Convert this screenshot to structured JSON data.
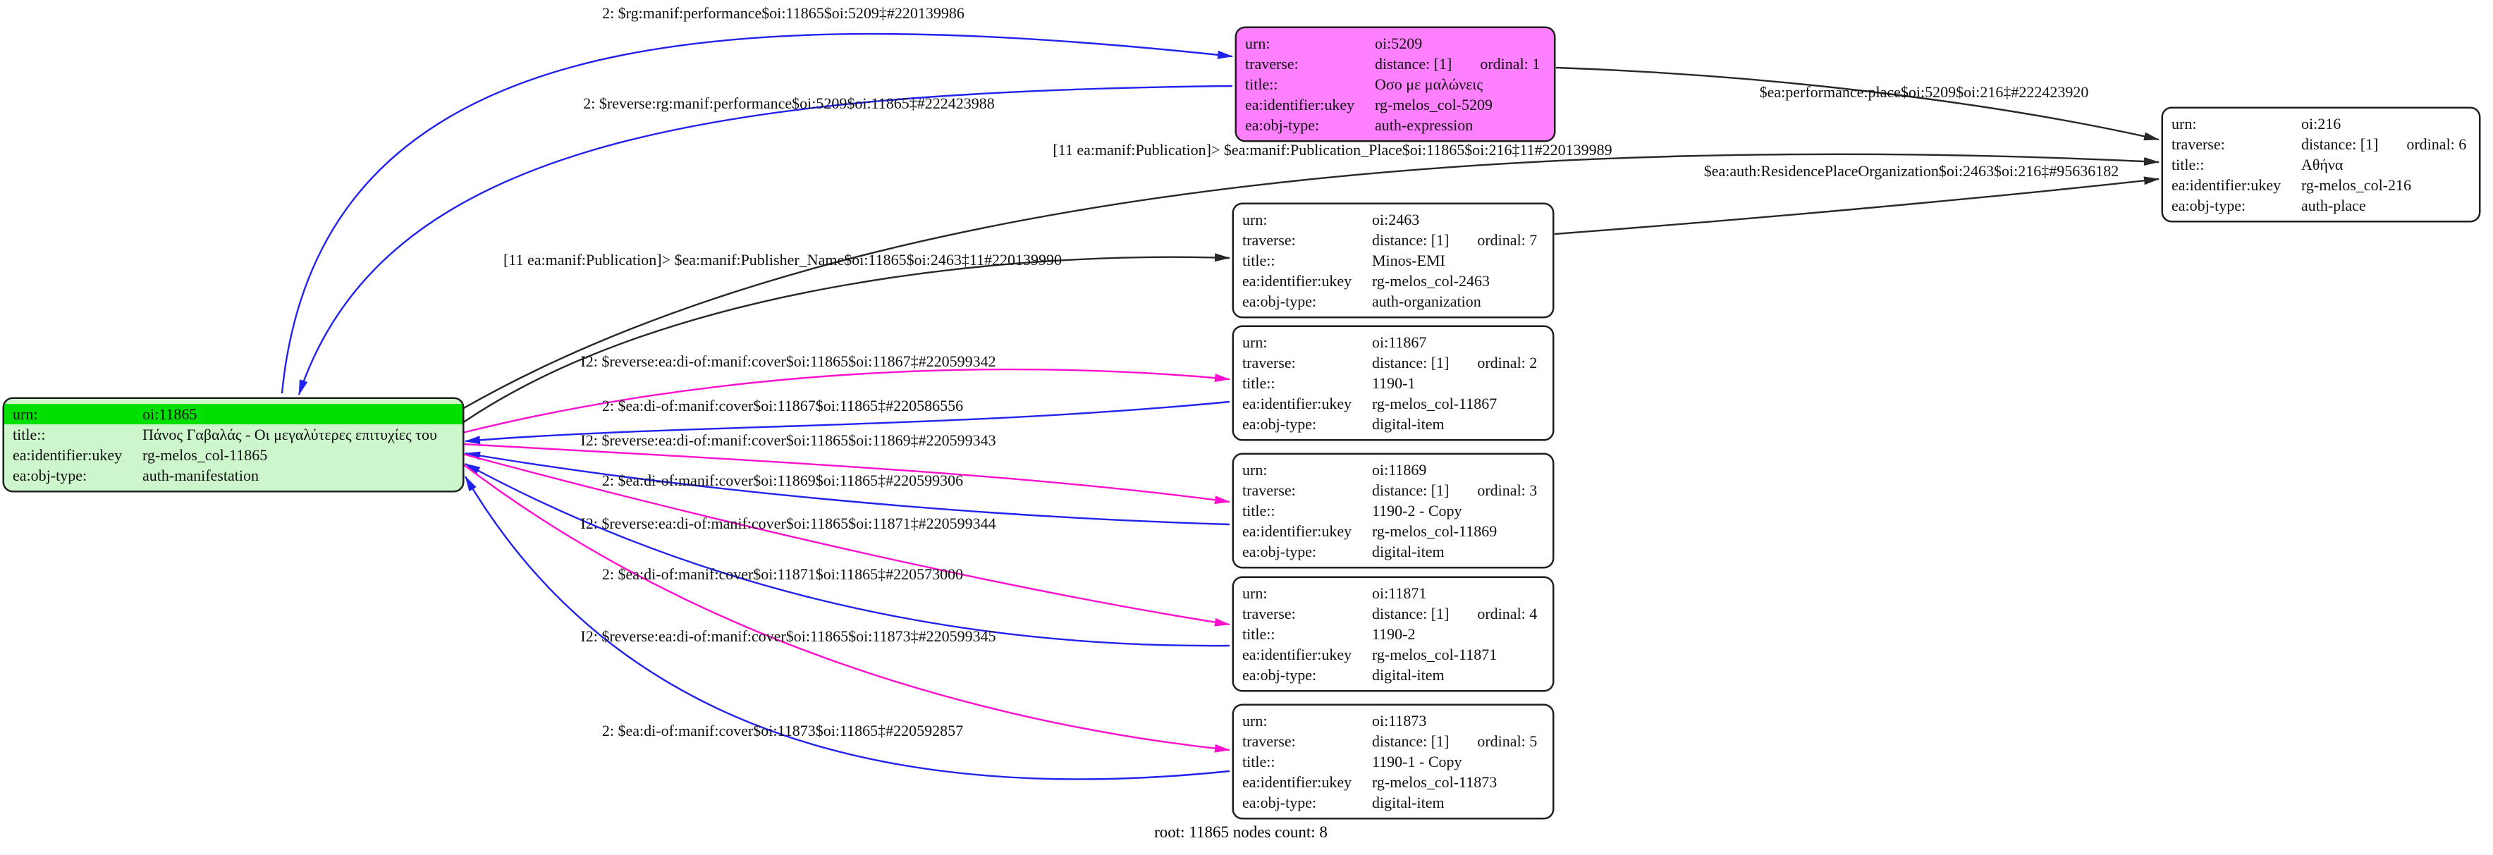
{
  "colors": {
    "root_fill": "#cdf6cd",
    "root_urn_highlight": "#00e000",
    "expression_fill": "#ff80ff",
    "item_fill": "#ffffff",
    "edge_blue": "#2222ee",
    "edge_magenta": "#ff10cf",
    "edge_black": "#282828"
  },
  "footer": {
    "text": "root: 11865 nodes count: 8"
  },
  "nodes": {
    "root": {
      "rows": [
        {
          "key": "urn:",
          "value": "oi:11865"
        },
        {
          "key": "title::",
          "value": "Πάνος Γαβαλάς - Οι μεγαλύτερες επιτυχίες του"
        },
        {
          "key": "ea:identifier:ukey",
          "value": "rg-melos_col-11865"
        },
        {
          "key": "ea:obj-type:",
          "value": "auth-manifestation"
        }
      ]
    },
    "n5209": {
      "rows": [
        {
          "key": "urn:",
          "value": "oi:5209"
        },
        {
          "key": "traverse:",
          "value": "distance: [1]",
          "ordinal": "ordinal: 1"
        },
        {
          "key": "title::",
          "value": "Οσο με μαλώνεις"
        },
        {
          "key": "ea:identifier:ukey",
          "value": "rg-melos_col-5209"
        },
        {
          "key": "ea:obj-type:",
          "value": "auth-expression"
        }
      ]
    },
    "n216": {
      "rows": [
        {
          "key": "urn:",
          "value": "oi:216"
        },
        {
          "key": "traverse:",
          "value": "distance: [1]",
          "ordinal": "ordinal: 6"
        },
        {
          "key": "title::",
          "value": "Αθήνα"
        },
        {
          "key": "ea:identifier:ukey",
          "value": "rg-melos_col-216"
        },
        {
          "key": "ea:obj-type:",
          "value": "auth-place"
        }
      ]
    },
    "n2463": {
      "rows": [
        {
          "key": "urn:",
          "value": "oi:2463"
        },
        {
          "key": "traverse:",
          "value": "distance: [1]",
          "ordinal": "ordinal: 7"
        },
        {
          "key": "title::",
          "value": "Minos-EMI"
        },
        {
          "key": "ea:identifier:ukey",
          "value": "rg-melos_col-2463"
        },
        {
          "key": "ea:obj-type:",
          "value": "auth-organization"
        }
      ]
    },
    "n11867": {
      "rows": [
        {
          "key": "urn:",
          "value": "oi:11867"
        },
        {
          "key": "traverse:",
          "value": "distance: [1]",
          "ordinal": "ordinal: 2"
        },
        {
          "key": "title::",
          "value": "1190-1"
        },
        {
          "key": "ea:identifier:ukey",
          "value": "rg-melos_col-11867"
        },
        {
          "key": "ea:obj-type:",
          "value": "digital-item"
        }
      ]
    },
    "n11869": {
      "rows": [
        {
          "key": "urn:",
          "value": "oi:11869"
        },
        {
          "key": "traverse:",
          "value": "distance: [1]",
          "ordinal": "ordinal: 3"
        },
        {
          "key": "title::",
          "value": "1190-2 - Copy"
        },
        {
          "key": "ea:identifier:ukey",
          "value": "rg-melos_col-11869"
        },
        {
          "key": "ea:obj-type:",
          "value": "digital-item"
        }
      ]
    },
    "n11871": {
      "rows": [
        {
          "key": "urn:",
          "value": "oi:11871"
        },
        {
          "key": "traverse:",
          "value": "distance: [1]",
          "ordinal": "ordinal: 4"
        },
        {
          "key": "title::",
          "value": "1190-2"
        },
        {
          "key": "ea:identifier:ukey",
          "value": "rg-melos_col-11871"
        },
        {
          "key": "ea:obj-type:",
          "value": "digital-item"
        }
      ]
    },
    "n11873": {
      "rows": [
        {
          "key": "urn:",
          "value": "oi:11873"
        },
        {
          "key": "traverse:",
          "value": "distance: [1]",
          "ordinal": "ordinal: 5"
        },
        {
          "key": "title::",
          "value": "1190-1 - Copy"
        },
        {
          "key": "ea:identifier:ukey",
          "value": "rg-melos_col-11873"
        },
        {
          "key": "ea:obj-type:",
          "value": "digital-item"
        }
      ]
    }
  },
  "edges": [
    {
      "label": "2: $rg:manif:performance$oi:11865$oi:5209‡#220139986",
      "color": "blue"
    },
    {
      "label": "2: $reverse:rg:manif:performance$oi:5209$oi:11865‡#222423988",
      "color": "blue"
    },
    {
      "label": "$ea:performance:place$oi:5209$oi:216‡#222423920",
      "color": "black"
    },
    {
      "label": "[11 ea:manif:Publication]> $ea:manif:Publication_Place$oi:11865$oi:216‡11#220139989",
      "color": "black"
    },
    {
      "label": "$ea:auth:ResidencePlaceOrganization$oi:2463$oi:216‡#95636182",
      "color": "black"
    },
    {
      "label": "[11 ea:manif:Publication]> $ea:manif:Publisher_Name$oi:11865$oi:2463‡11#220139990",
      "color": "black"
    },
    {
      "label": "I2: $reverse:ea:di-of:manif:cover$oi:11865$oi:11867‡#220599342",
      "color": "magenta"
    },
    {
      "label": "2: $ea:di-of:manif:cover$oi:11867$oi:11865‡#220586556",
      "color": "blue"
    },
    {
      "label": "I2: $reverse:ea:di-of:manif:cover$oi:11865$oi:11869‡#220599343",
      "color": "magenta"
    },
    {
      "label": "2: $ea:di-of:manif:cover$oi:11869$oi:11865‡#220599306",
      "color": "blue"
    },
    {
      "label": "I2: $reverse:ea:di-of:manif:cover$oi:11865$oi:11871‡#220599344",
      "color": "magenta"
    },
    {
      "label": "2: $ea:di-of:manif:cover$oi:11871$oi:11865‡#220573000",
      "color": "blue"
    },
    {
      "label": "I2: $reverse:ea:di-of:manif:cover$oi:11865$oi:11873‡#220599345",
      "color": "magenta"
    },
    {
      "label": "2: $ea:di-of:manif:cover$oi:11873$oi:11865‡#220592857",
      "color": "blue"
    }
  ]
}
